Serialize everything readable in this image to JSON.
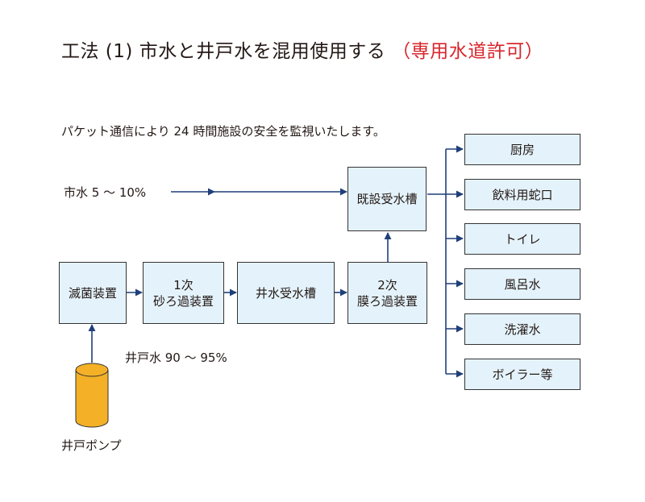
{
  "title": {
    "main": "工法 (1) 市水と井戸水を混用使用する",
    "sub": "（専用水道許可）"
  },
  "note": "パケット通信により 24 時間施設の安全を監視いたします。",
  "labels": {
    "city_water": "市水 5 ～ 10%",
    "well_water": "井戸水 90 ～ 95%",
    "well_pump": "井戸ポンプ"
  },
  "process": {
    "sterilizer": "滅菌装置",
    "sand_filter": {
      "line1": "1次",
      "line2": "砂ろ過装置"
    },
    "well_tank": "井水受水槽",
    "membrane": {
      "line1": "2次",
      "line2": "膜ろ過装置"
    },
    "existing_tank": "既設受水槽"
  },
  "outlets": [
    "厨房",
    "飲料用蛇口",
    "トイレ",
    "風呂水",
    "洗濯水",
    "ボイラー等"
  ],
  "colors": {
    "arrow": "#1f3f7a",
    "box_fill": "#e4f3fb",
    "tank_fill": "#f4b127",
    "accent_red": "#d8262c"
  }
}
